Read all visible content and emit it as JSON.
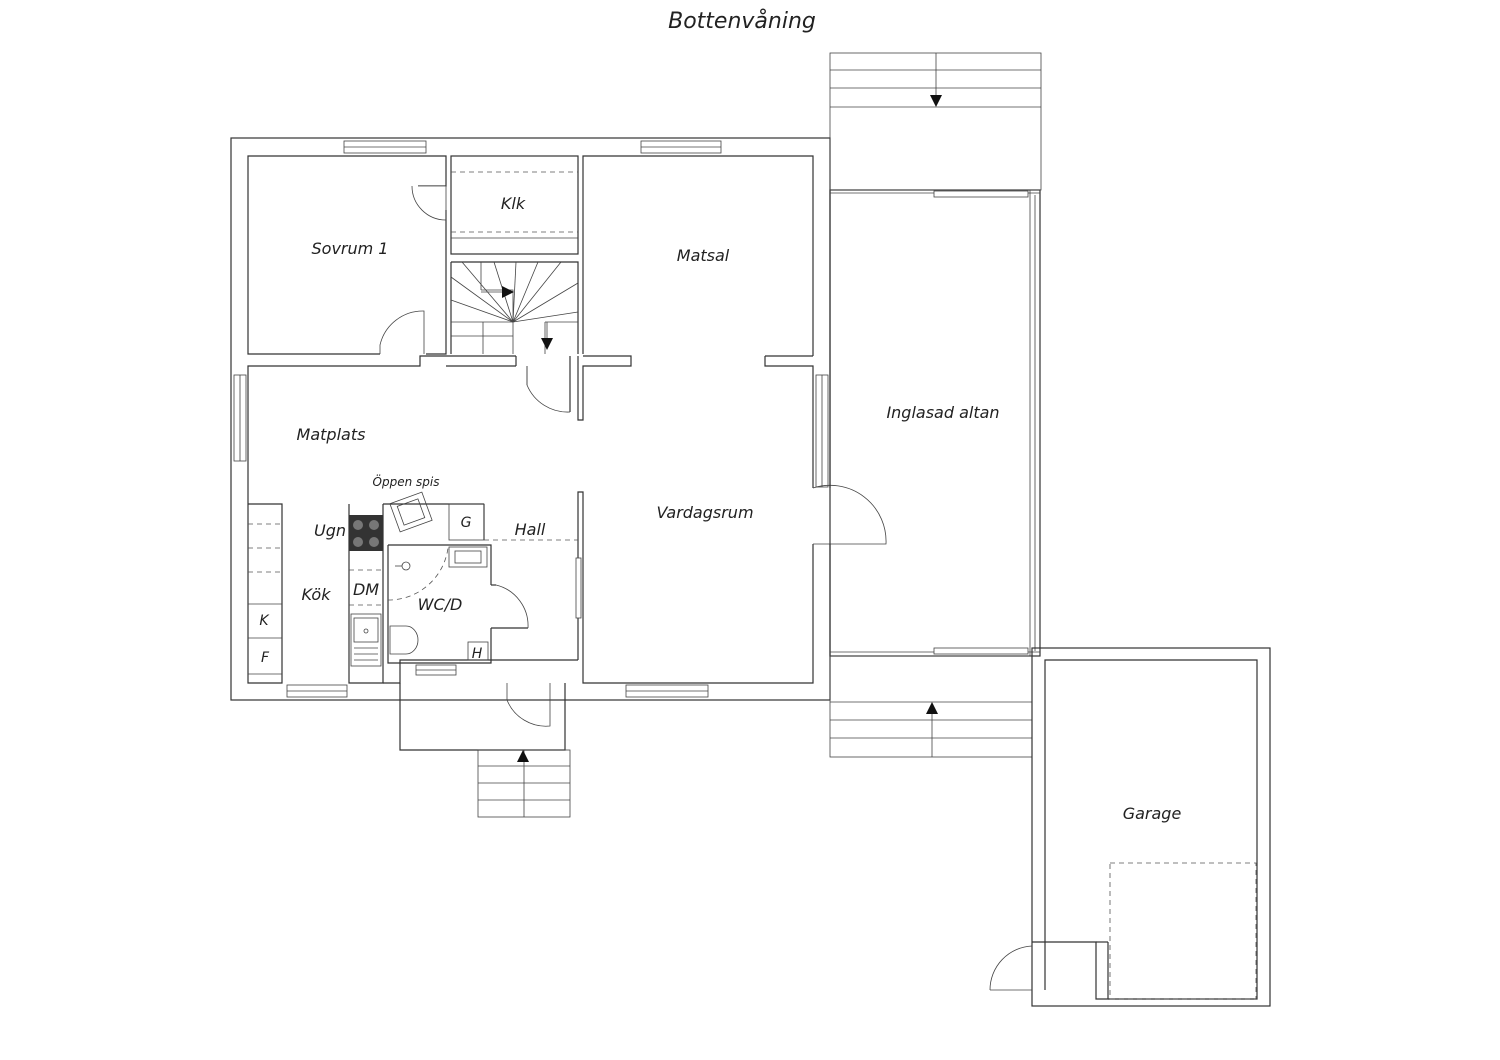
{
  "title": "Bottenvåning",
  "rooms": {
    "sovrum1": "Sovrum 1",
    "klk": "Klk",
    "matsal": "Matsal",
    "matplats": "Matplats",
    "oppen_spis": "Öppen spis",
    "ugn": "Ugn",
    "g": "G",
    "hall": "Hall",
    "vardagsrum": "Vardagsrum",
    "kok": "Kök",
    "dm": "DM",
    "wcd": "WC/D",
    "k": "K",
    "f": "F",
    "h": "H",
    "inglasad_altan": "Inglasad altan",
    "garage": "Garage"
  }
}
